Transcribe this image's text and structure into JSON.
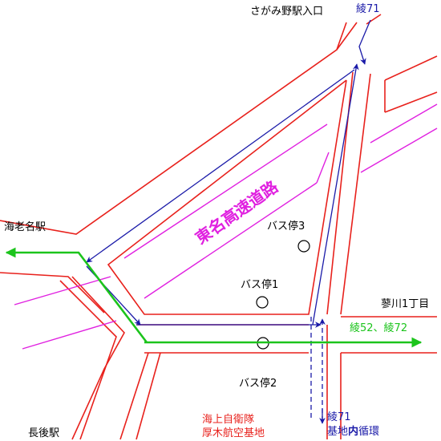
{
  "places": {
    "sagamino_entrance": "さがみ野駅入口",
    "ebina_station": "海老名駅",
    "osago_station": "長後駅",
    "tadeigawa": "蓼川1丁目"
  },
  "highway": {
    "label": "東名高速道路"
  },
  "bus_stops": {
    "stop1": "バス停1",
    "stop2": "バス停2",
    "stop3": "バス停3"
  },
  "routes": {
    "ryo71_top": "綾71",
    "ryo52_72": "綾52、綾72",
    "ryo71_bottom": "綾71",
    "base_loop_prefix": "基地",
    "base_loop_mid": "内",
    "base_loop_suffix": "循環"
  },
  "base": {
    "line1": "海上自衛隊",
    "line2": "厚木航空基地"
  },
  "colors": {
    "road": "#e8211c",
    "highway": "#e020e0",
    "route_green": "#1cc41c",
    "route_blue": "#1a1aa8",
    "text": "#000000",
    "base_text": "#e8211c"
  }
}
